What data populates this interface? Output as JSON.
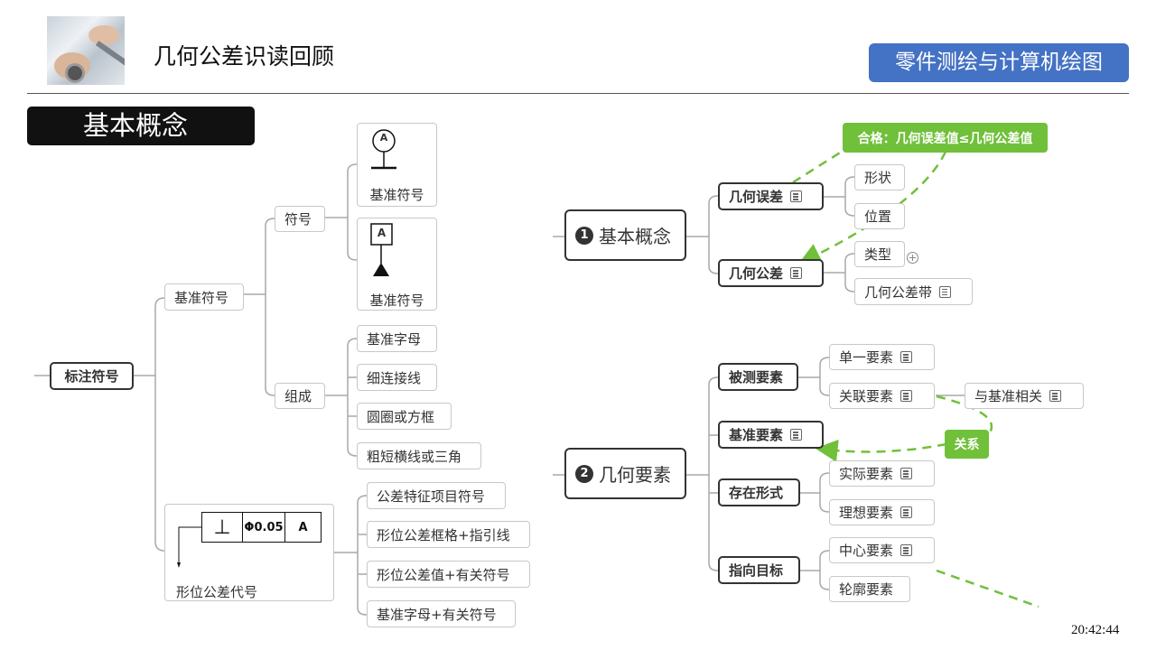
{
  "header": {
    "title": "几何公差识读回顾",
    "course_badge": "零件测绘与计算机绘图",
    "photo_icon": "photo-thumbnail"
  },
  "section_title": "基本概念",
  "timestamp": "20:42:44",
  "colors": {
    "badge": "#4472c4",
    "accent_green": "#70c03a",
    "section_bg": "#111111"
  },
  "left_map": {
    "root": "标注符号",
    "datum_symbol": {
      "label": "基准符号",
      "symbol_branch": {
        "label": "符号",
        "symbol_a_letter": "A",
        "symbol_a_caption": "基准符号",
        "symbol_b_letter": "A",
        "symbol_b_caption": "基准符号"
      },
      "composition_branch": {
        "label": "组成",
        "items": [
          "基准字母",
          "细连接线",
          "圆圈或方框",
          "粗短横线或三角"
        ]
      }
    },
    "tolerance_code": {
      "caption": "形位公差代号",
      "frame": {
        "symbol": "⊥",
        "value": "Φ0.05",
        "datum": "A"
      },
      "items": [
        "公差特征项目符号",
        "形位公差框格+指引线",
        "形位公差值+有关符号",
        "基准字母+有关符号"
      ]
    }
  },
  "right_map": {
    "concept": {
      "number": "1",
      "label": "基本概念",
      "error": {
        "label": "几何误差",
        "children": [
          "形状",
          "位置"
        ]
      },
      "tolerance": {
        "label": "几何公差",
        "children": [
          "类型",
          "几何公差带"
        ]
      },
      "callout": "合格：几何误差值≤几何公差值"
    },
    "elements": {
      "number": "2",
      "label": "几何要素",
      "measured": {
        "label": "被测要素",
        "children": [
          "单一要素",
          "关联要素"
        ],
        "related_child": "与基准相关"
      },
      "datum": {
        "label": "基准要素"
      },
      "form": {
        "label": "存在形式",
        "children": [
          "实际要素",
          "理想要素"
        ]
      },
      "target": {
        "label": "指向目标",
        "children": [
          "中心要素",
          "轮廓要素"
        ]
      },
      "relation_callout": "关系"
    }
  }
}
